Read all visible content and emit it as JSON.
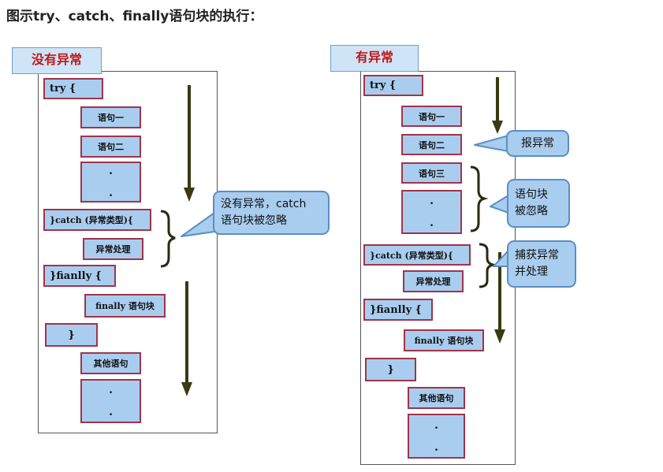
{
  "heading": "图示try、catch、finally语句块的执行：",
  "left": {
    "tab": "没有异常",
    "boxes": {
      "try": "try   {",
      "s1": "语句一",
      "s2": "语句二",
      "dot": ".",
      "catch": "}catch (异常类型){",
      "handle": "异常处理",
      "finally": "}fianlly {",
      "finally_block": "finally 语句块",
      "close": "}",
      "other": "其他语句"
    },
    "bubble": [
      "没有异常，catch",
      "语句块被忽略"
    ]
  },
  "right": {
    "tab": "有异常",
    "boxes": {
      "try": "try   {",
      "s1": "语句一",
      "s2": "语句二",
      "s3": "语句三",
      "dot": ".",
      "catch": "}catch (异常类型){",
      "handle": "异常处理",
      "finally": "}fianlly {",
      "finally_block": "finally 语句块",
      "close": "}",
      "other": "其他语句"
    },
    "bubble_error": "报异常",
    "bubble_skip": [
      "语句块",
      "被忽略"
    ],
    "bubble_catch": [
      "捕获异常",
      "并处理"
    ]
  },
  "colors": {
    "box_fill": "#a9cdef",
    "box_border": "#a0344a",
    "arrow": "#3a3a12",
    "tab_text": "#c01818"
  }
}
